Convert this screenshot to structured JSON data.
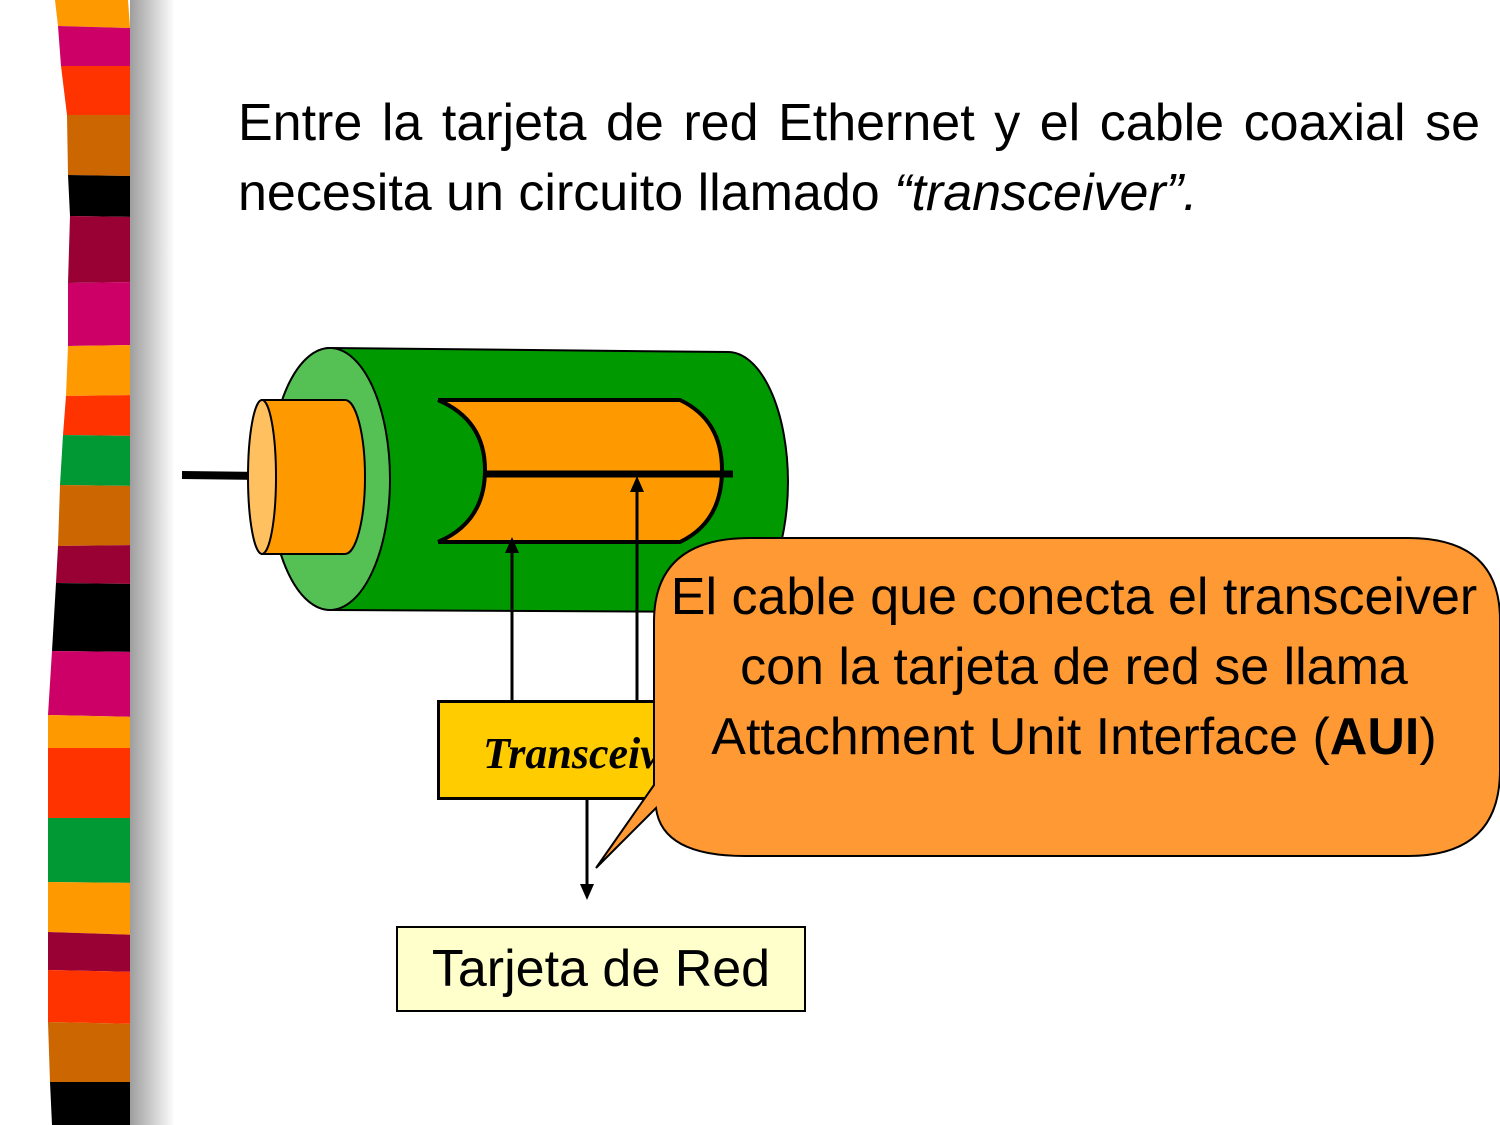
{
  "intro": {
    "text_main": "Entre la tarjeta de red Ethernet y el cable coaxial se necesita un circuito llamado ",
    "text_emphasis": "“transceiver”."
  },
  "diagram": {
    "transceiver_label": "Transceiver",
    "nic_label": "Tarjeta de Red",
    "callout": {
      "text_before": "El cable que conecta el transceiver con la tarjeta de red se llama Attachment Unit Interface (",
      "text_bold": "AUI",
      "text_after": ")"
    }
  },
  "colors": {
    "cable_jacket": "#009900",
    "jacket_face": "#55c155",
    "core": "#ff9900",
    "core_face": "#ffc060",
    "transceiver": "#ffcc00",
    "callout": "#ff9933",
    "nic": "#ffffcc"
  }
}
